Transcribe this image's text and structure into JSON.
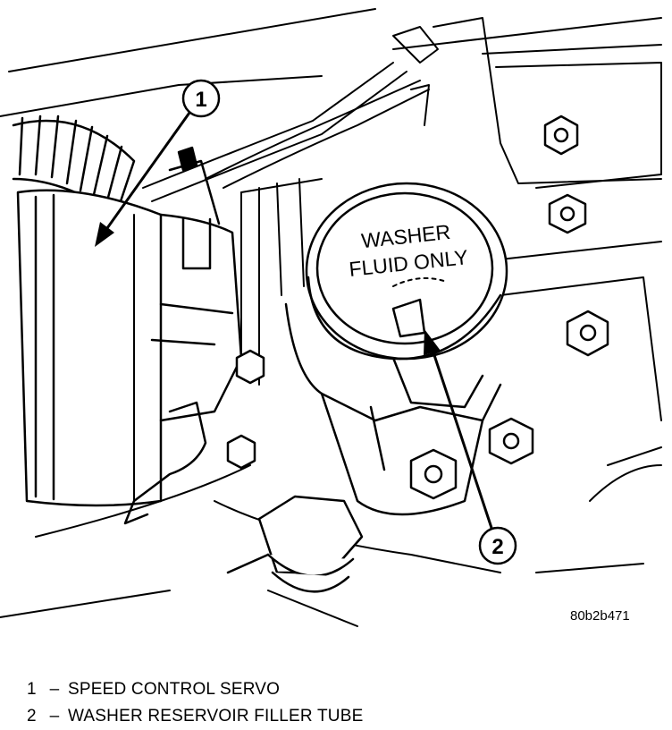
{
  "diagram": {
    "cap_text_line1": "WASHER",
    "cap_text_line2": "FLUID ONLY",
    "figure_id": "80b2b471",
    "callouts": [
      "1",
      "2"
    ]
  },
  "legend": {
    "items": [
      {
        "num": "1",
        "dash": "–",
        "label": "SPEED CONTROL SERVO"
      },
      {
        "num": "2",
        "dash": "–",
        "label": "WASHER RESERVOIR FILLER TUBE"
      }
    ]
  }
}
